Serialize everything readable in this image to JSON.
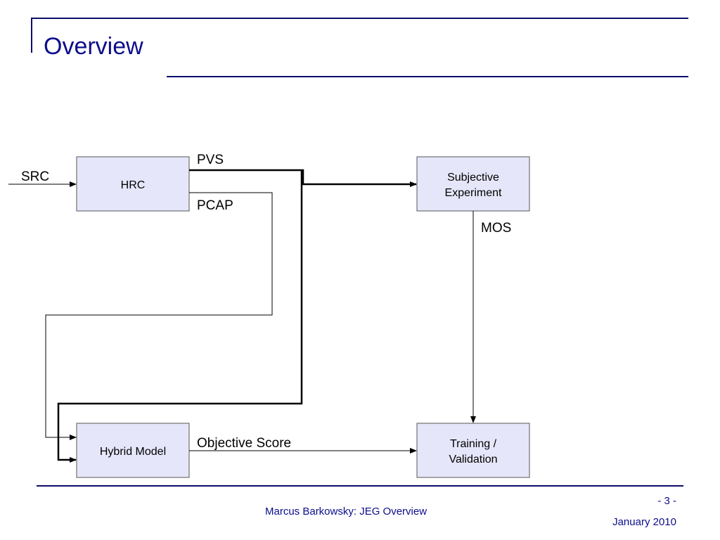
{
  "slide": {
    "title": "Overview",
    "accent_color": "#0d0d6b",
    "box_fill": "#e6e6fa"
  },
  "diagram": {
    "nodes": {
      "hrc": "HRC",
      "subjective": [
        "Subjective",
        "Experiment"
      ],
      "hybrid": "Hybrid Model",
      "training": [
        "Training /",
        "Validation"
      ]
    },
    "edge_labels": {
      "src": "SRC",
      "pvs": "PVS",
      "pcap": "PCAP",
      "mos": "MOS",
      "objective_score": "Objective Score"
    }
  },
  "footer": {
    "page_number": "- 3 -",
    "author_title": "Marcus Barkowsky: JEG Overview",
    "date": "January 2010"
  }
}
